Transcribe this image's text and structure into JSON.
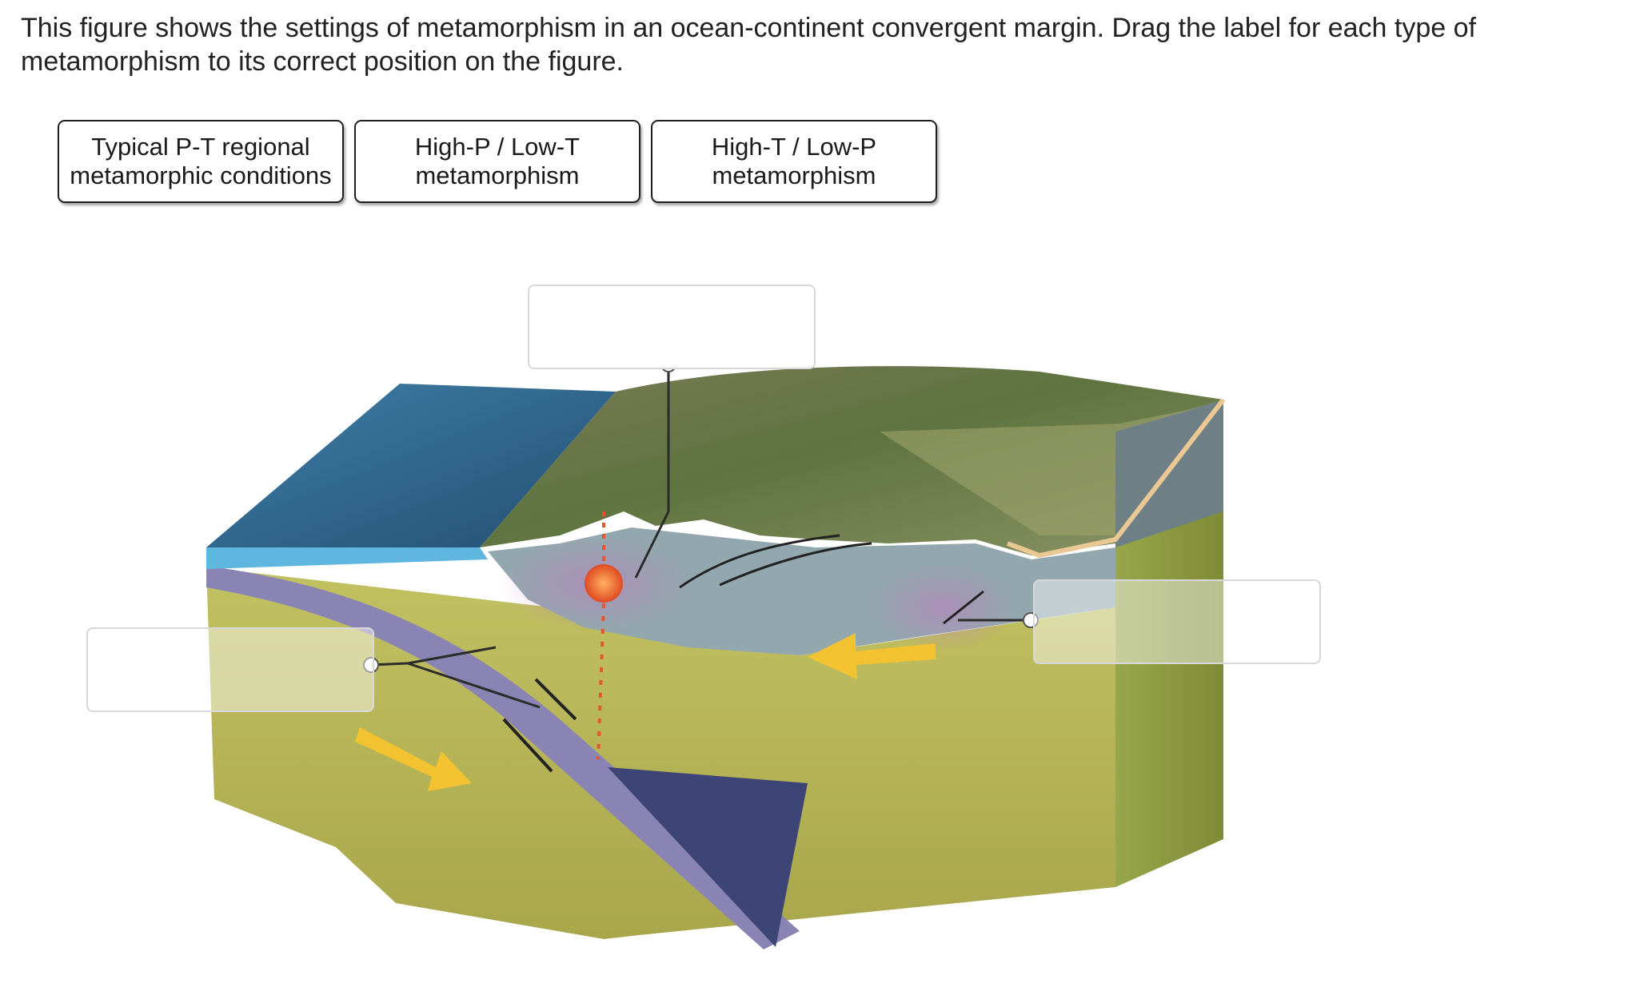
{
  "instructions": "This figure shows the settings of metamorphism in an ocean-continent convergent margin. Drag the label for each type of metamorphism to its correct position on the figure.",
  "labels": [
    {
      "line1": "Typical P-T regional",
      "line2": "metamorphic conditions"
    },
    {
      "line1": "High-P / Low-T",
      "line2": "metamorphism"
    },
    {
      "line1": "High-T / Low-P",
      "line2": "metamorphism"
    }
  ],
  "drop_zones": [
    {
      "name": "drop-zone-top",
      "value": ""
    },
    {
      "name": "drop-zone-left",
      "value": ""
    },
    {
      "name": "drop-zone-right",
      "value": ""
    }
  ],
  "colors": {
    "ocean": "#2f6c95",
    "ocean_light": "#5fa8d3",
    "crust": "#8fa6ad",
    "mantle": "#b9b858",
    "slab": "#4a4f8a",
    "mountains": "#6f7a45",
    "magma": "#e8552a",
    "arrow": "#f2c230"
  }
}
